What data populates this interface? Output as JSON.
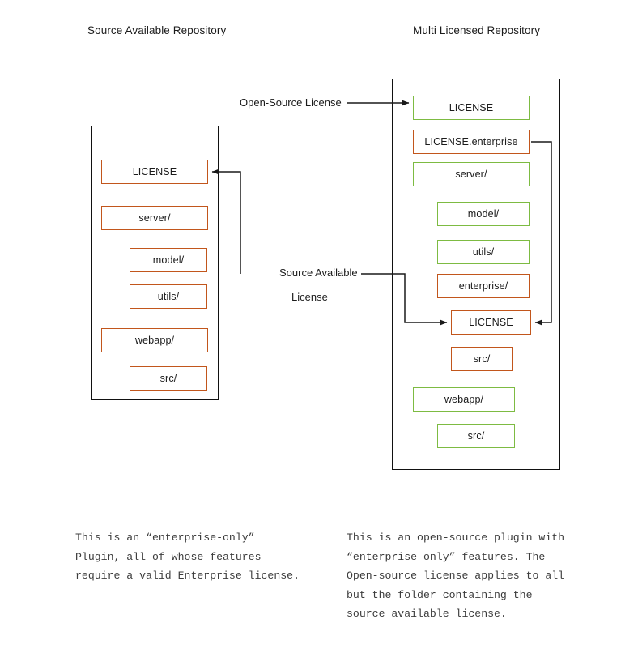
{
  "diagram": {
    "title_left": "Source Available Repository",
    "title_right": "Multi Licensed Repository",
    "colors": {
      "open_source": "#7DBB42",
      "source_available": "#C2561C",
      "outline": "#111111",
      "edge": "#1a1a1a",
      "text": "#1b1b1b",
      "caption_text": "#3c3c3c",
      "background": "#ffffff"
    },
    "edge_labels": {
      "open_source_license": "Open-Source License",
      "source_available_line1": "Source Available",
      "source_available_line2": "License"
    },
    "left_repo": {
      "name": "source-available-repository",
      "items": [
        {
          "label": "LICENSE",
          "color": "source_available",
          "indent": 0
        },
        {
          "label": "server/",
          "color": "source_available",
          "indent": 0
        },
        {
          "label": "model/",
          "color": "source_available",
          "indent": 1
        },
        {
          "label": "utils/",
          "color": "source_available",
          "indent": 1
        },
        {
          "label": "webapp/",
          "color": "source_available",
          "indent": 0
        },
        {
          "label": "src/",
          "color": "source_available",
          "indent": 1
        }
      ]
    },
    "right_repo": {
      "name": "multi-licensed-repository",
      "items": [
        {
          "label": "LICENSE",
          "color": "open_source",
          "indent": 0
        },
        {
          "label": "LICENSE.enterprise",
          "color": "source_available",
          "indent": 0
        },
        {
          "label": "server/",
          "color": "open_source",
          "indent": 0
        },
        {
          "label": "model/",
          "color": "open_source",
          "indent": 1
        },
        {
          "label": "utils/",
          "color": "open_source",
          "indent": 1
        },
        {
          "label": "enterprise/",
          "color": "source_available",
          "indent": 1
        },
        {
          "label": "LICENSE",
          "color": "source_available",
          "indent": 1
        },
        {
          "label": "src/",
          "color": "source_available",
          "indent": 1
        },
        {
          "label": "webapp/",
          "color": "open_source",
          "indent": 0
        },
        {
          "label": "src/",
          "color": "open_source",
          "indent": 1
        }
      ]
    },
    "captions": {
      "left": "This is an “enterprise-only”\nPlugin, all of whose features\nrequire a valid Enterprise license.",
      "right": "This is an open-source plugin with\n“enterprise-only” features. The\nOpen-source license applies to all\nbut the folder containing the\nsource available license."
    }
  }
}
